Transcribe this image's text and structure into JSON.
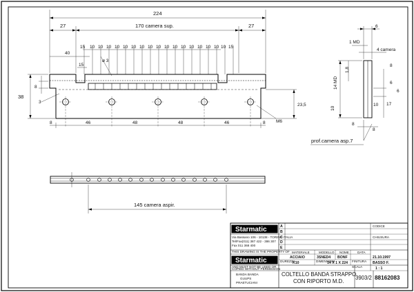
{
  "front_view": {
    "overall_width": "224",
    "pitch_span": "170 camera sup.",
    "end_left": "27",
    "end_right": "27",
    "offset": "40",
    "pitch_15_left": "15",
    "pitch_15_right": "15",
    "pitch_10": "10",
    "slot_width": "15",
    "hole_dia": "ø 3",
    "height": "38",
    "notch_height": "8",
    "chamfer": "3",
    "hole_height": "23,5",
    "thread": "M6",
    "bottom_dims": [
      "8",
      "46",
      "48",
      "48",
      "46",
      "8"
    ]
  },
  "side_view": {
    "top_width": "6",
    "md_label": "1 MD",
    "camera_label": "4 camera",
    "dims": [
      "8",
      "1,8",
      "14 MD",
      "6",
      "6",
      "17",
      "10",
      "8",
      "10",
      "8"
    ],
    "depth_label": "prof.camera asp.7"
  },
  "bottom_view": {
    "suction_span": "145 camera aspir."
  },
  "title_block": {
    "company": "Starmatic",
    "address_lines": [
      "Via Bassano 106 - 10138 - TORINO ITALIA",
      "Tel/Fax(011) 387 422 - 386 307",
      "Fax 011 368 400"
    ],
    "property_note": [
      "THIS DRAWING IS THE PROPERTY OF"
    ],
    "copy_note": [
      "AND MUST NOT BE USED OR",
      "COPIED WITHOUT PERMISSION"
    ],
    "left_footer": [
      "BANDA BANDA",
      "GUUPS",
      "PRAETUCIANI"
    ],
    "revisions": [
      "A",
      "B",
      "C",
      "D",
      "E"
    ],
    "header_labels": [
      "MATERIALE",
      "MODELLO",
      "NOME",
      "DATA"
    ],
    "material": "ACCIAIO",
    "model": "3SNED4",
    "name": "BONF",
    "date": "21.10.1997",
    "hardness_label": "DUREZZA",
    "hardness": "K10",
    "dimensions_label": "DIMENSIONI",
    "dimensions": "14 X 1 X 224",
    "finish_label": "FINITURA",
    "finish": "BASSO F.",
    "scale_label": "SCALA",
    "scale": "1 : 1",
    "title_line1": "COLTELLO BANDA STRAPPO",
    "title_line2": "CON RIPORTO M.D.",
    "sheet": "3903/2",
    "drawing_number": "88162083",
    "right_labels": [
      "CODICE",
      "CHIUSURA"
    ]
  }
}
